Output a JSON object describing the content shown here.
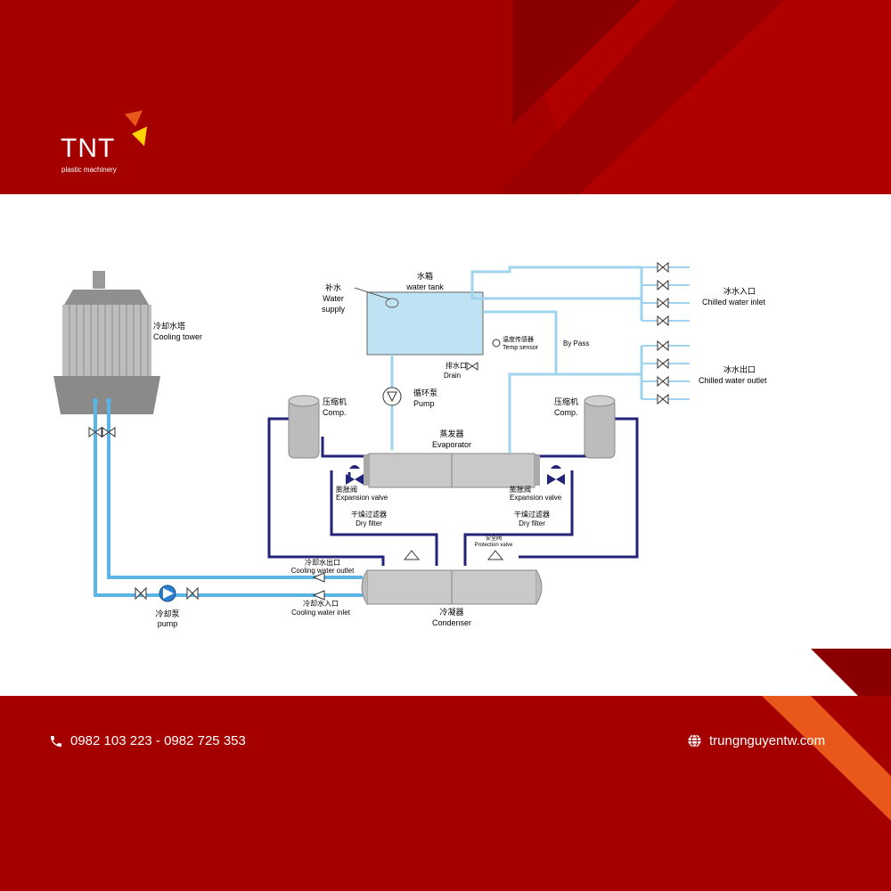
{
  "brand": {
    "name": "TNT",
    "tagline": "plastic machinery"
  },
  "colors": {
    "brand_red": "#a40000",
    "dark_red": "#7f0000",
    "orange": "#e8581a",
    "pipe_light": "#5ab4e6",
    "pipe_dark": "#23237a",
    "tank_fill": "#bfe3f2"
  },
  "footer": {
    "phone": "0982 103 223 - 0982 725 353",
    "website": "trungnguyentw.com",
    "phone_icon": "phone-icon",
    "web_icon": "globe-icon"
  },
  "diagram": {
    "cooling_tower": {
      "cn": "冷却水塔",
      "en": "Cooling tower"
    },
    "water_supply": {
      "cn": "补水",
      "en1": "Water",
      "en2": "supply"
    },
    "water_tank": {
      "cn": "水箱",
      "en": "water tank"
    },
    "temp_sensor": {
      "cn": "温度传感器",
      "en": "Temp sensor"
    },
    "drain": {
      "cn": "排水口",
      "en": "Drain"
    },
    "circ_pump": {
      "cn": "循环泵",
      "en": "Pump"
    },
    "bypass": "By Pass",
    "chilled_inlet": {
      "cn": "冰水入口",
      "en": "Chilled water inlet"
    },
    "chilled_outlet": {
      "cn": "冰水出口",
      "en": "Chilled water outlet"
    },
    "comp_left": {
      "cn": "压缩机",
      "en": "Comp."
    },
    "comp_right": {
      "cn": "压缩机",
      "en": "Comp."
    },
    "evaporator": {
      "cn": "蒸发器",
      "en": "Evaporator"
    },
    "exp_left": {
      "cn": "膨胀阀",
      "en": "Expansion valve"
    },
    "exp_right": {
      "cn": "膨胀阀",
      "en": "Expansion valve"
    },
    "filter_left": {
      "cn": "干燥过滤器",
      "en": "Dry filter"
    },
    "filter_right": {
      "cn": "干燥过滤器",
      "en": "Dry filter"
    },
    "protection_valve": {
      "cn": "安全阀",
      "en": "Protection valve"
    },
    "cw_outlet": {
      "cn": "冷却水出口",
      "en": "Cooling water outlet"
    },
    "cw_inlet": {
      "cn": "冷却水入口",
      "en": "Cooling water inlet"
    },
    "cool_pump": {
      "cn": "冷却泵",
      "en": "pump"
    },
    "condenser": {
      "cn": "冷凝器",
      "en": "Condenser"
    }
  }
}
